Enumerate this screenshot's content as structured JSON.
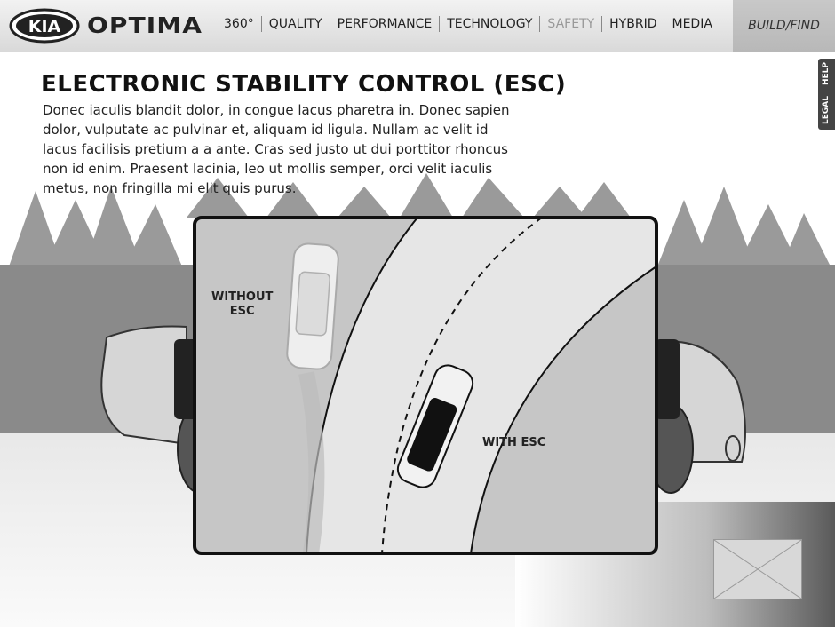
{
  "header": {
    "brand": "KIA",
    "model": "OPTIMA",
    "nav": [
      {
        "label": "360°",
        "enabled": true
      },
      {
        "label": "QUALITY",
        "enabled": true
      },
      {
        "label": "PERFORMANCE",
        "enabled": true
      },
      {
        "label": "TECHNOLOGY",
        "enabled": true
      },
      {
        "label": "SAFETY",
        "enabled": false
      },
      {
        "label": "HYBRID",
        "enabled": true
      },
      {
        "label": "MEDIA",
        "enabled": true
      }
    ],
    "build_find": "BUILD/FIND"
  },
  "side_tabs": {
    "help": "HELP",
    "legal": "LEGAL"
  },
  "content": {
    "title": "ELECTRONIC STABILITY CONTROL (ESC)",
    "body": "Donec iaculis blandit dolor, in congue lacus pharetra in. Donec sapien dolor, vulputate ac pulvinar et, aliquam id ligula. Nullam ac velit id lacus facilisis pretium a a ante. Cras sed justo ut dui porttitor rhoncus non id enim. Praesent lacinia, leo ut mollis semper, orci velit iaculis metus, non fringilla mi elit quis purus."
  },
  "diagram": {
    "without_esc_line1": "WITHOUT",
    "without_esc_line2": "ESC",
    "with_esc": "WITH ESC"
  },
  "colors": {
    "road": "#e4e4e4",
    "offroad": "#c8c8c8",
    "forest": "#8f8f8f",
    "ground": "#7a7a7a"
  }
}
